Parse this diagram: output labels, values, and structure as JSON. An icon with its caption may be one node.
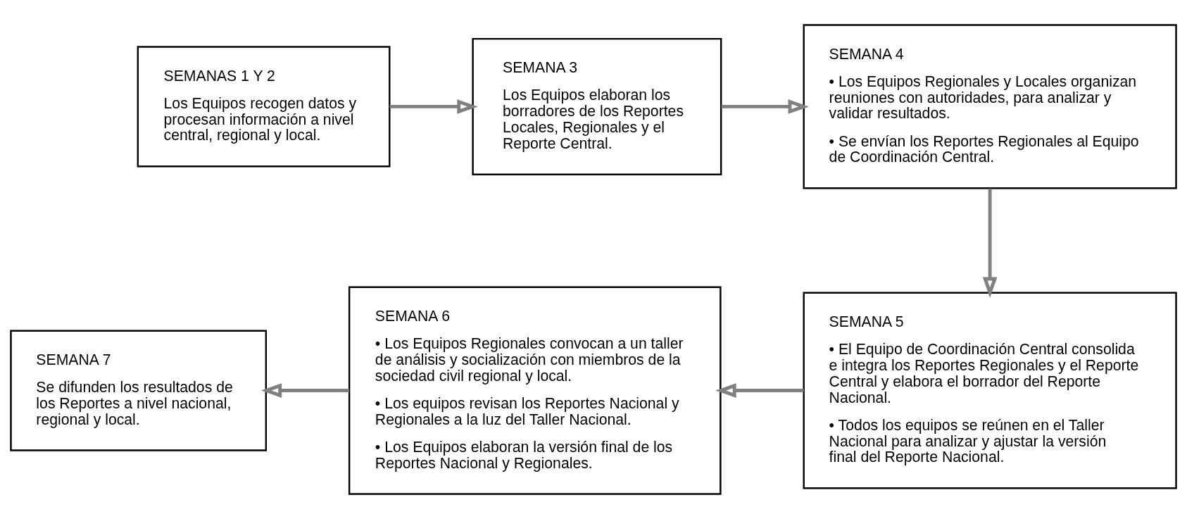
{
  "diagram": {
    "nodes": [
      {
        "text": [
          "SEMANAS 1 Y 2",
          "Los Equipos recogen datos y procesan información a nivel central, regional y local."
        ]
      },
      {
        "text": [
          "SEMANA 3",
          "Los Equipos elaboran los borradores de los Reportes Locales, Regionales y el Reporte Central."
        ]
      },
      {
        "text": [
          "SEMANA 4",
          "• Los Equipos Regionales y Locales organizan reuniones con autoridades, para analizar y validar resultados.",
          "• Se envían los Reportes Regionales al Equipo de Coordinación Central."
        ]
      },
      {
        "text": [
          "SEMANA 5",
          "• El Equipo de Coordinación Central consolida e integra los Reportes Regionales y el Reporte Central y elabora el borrador del Reporte Nacional.",
          "• Todos los equipos se reúnen en el Taller Nacional para analizar y ajustar la versión final del Reporte Nacional."
        ]
      },
      {
        "text": [
          "SEMANA 6",
          "• Los Equipos Regionales convocan a un taller de análisis y socialización con miembros de la sociedad civil regional y local.",
          "• Los equipos revisan los Reportes Nacional y Regionales a la luz del Taller Nacional.",
          "• Los Equipos elaboran la versión final de los Reportes Nacional y Regionales."
        ]
      },
      {
        "text": [
          "SEMANA 7",
          "Se difunden los resultados de los Reportes a nivel nacional, regional y local."
        ]
      }
    ],
    "edges": [
      {
        "from": 0,
        "to": 1,
        "arrow": "to"
      },
      {
        "from": 1,
        "to": 2,
        "arrow": "to"
      },
      {
        "from": 2,
        "to": 3,
        "arrow": "to"
      },
      {
        "from": 3,
        "to": 4,
        "arrow": "to"
      },
      {
        "from": 4,
        "to": 5,
        "arrow": "to"
      }
    ]
  }
}
